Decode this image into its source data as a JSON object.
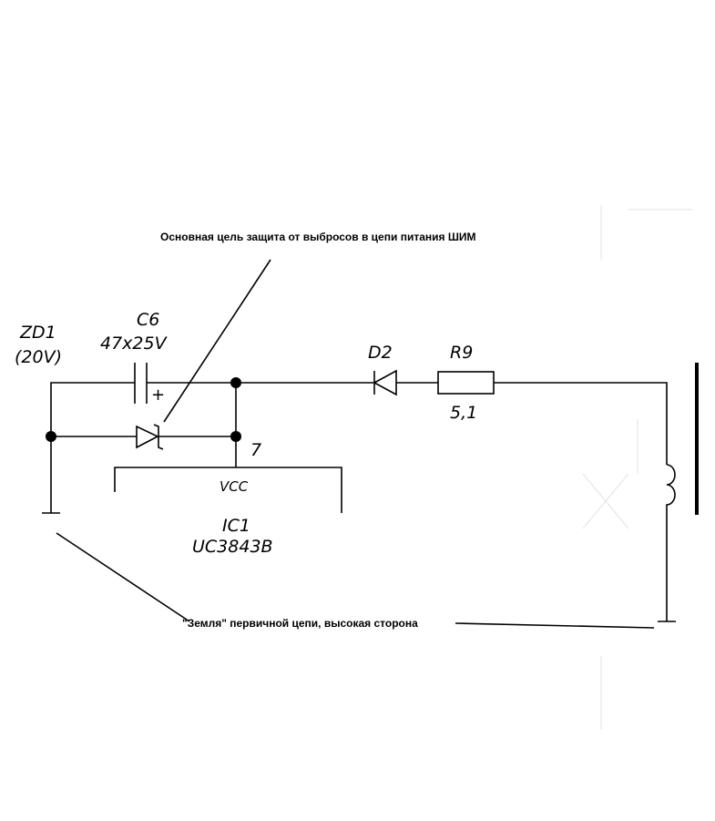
{
  "annotations": {
    "top_note": "Основная цель защита от выбросов в цепи питания ШИМ",
    "bottom_note": "\"Земля\" первичной цепи, высокая сторона"
  },
  "components": {
    "zd1": {
      "ref": "ZD1",
      "value": "(20V)"
    },
    "c6": {
      "ref": "C6",
      "value": "47x25V",
      "polarity": "+"
    },
    "d2": {
      "ref": "D2"
    },
    "r9": {
      "ref": "R9",
      "value": "5,1"
    },
    "ic1": {
      "ref": "IC1",
      "part": "UC3843B",
      "pin_name": "VCC",
      "pin_number": "7"
    }
  }
}
